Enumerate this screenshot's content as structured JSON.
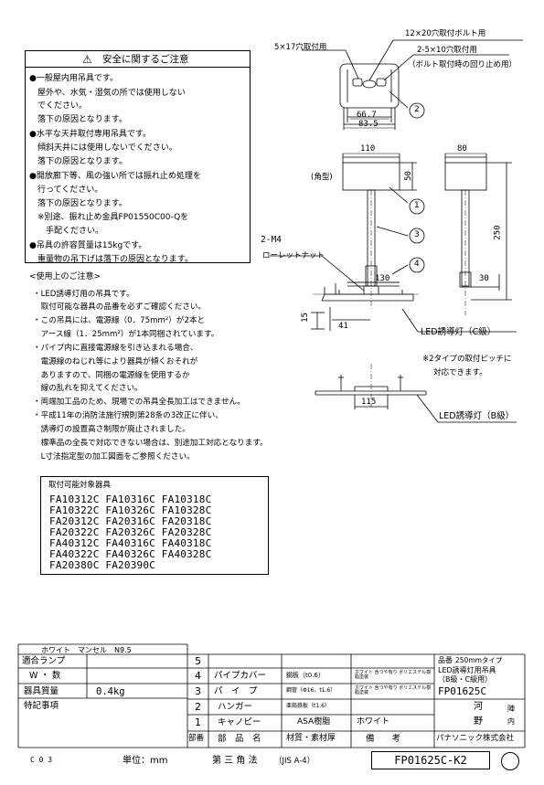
{
  "safety": {
    "title": "安全に関するご注意",
    "lines": [
      "●一般屋内用吊具です。",
      "　屋外や、水気・湿気の所では使用しない",
      "　でください。",
      "　落下の原因となります。",
      "●水平な天井取付専用吊具です。",
      "　傾斜天井には使用しないでください。",
      "　落下の原因となります。",
      "●開放廊下等、風の強い所では振れ止め処理を",
      "　行ってください。",
      "　落下の原因となります。",
      "　※別途、振れ止め金具FP01550C00-Qを",
      "　　手配ください。",
      "●吊具の許容質量は15kgです。",
      "　重量物の吊下げは落下の原因となります。"
    ]
  },
  "usage": {
    "title": "<使用上のご注意>",
    "lines": [
      "・LED誘導灯用の吊具です。",
      "　取付可能な器具の品番を必ずご確認ください。",
      "・この吊具には、電源線（0．75mm²）が2本と",
      "　アース線（1．25mm²）が1本同梱されています。",
      "・パイプ内に直接電源線を引き込まれる場合、",
      "　電源線のねじれ等により器具が傾くおそれが",
      "　ありますので、同梱の電源線を使用するか",
      "　線の乱れを抑えてください。",
      "・両端加工品のため、現場での吊具全長加工はできません。",
      "・平成11年の消防法施行規則第28条の3改正に伴い、",
      "　誘導灯の設置高さ制限が廃止されました。",
      "　標準品の全長で対応できない場合は、別途加工対応となります。",
      "　L寸法指定型の加工図面をご参照ください。"
    ]
  },
  "models": {
    "title": "取付可能対象器具",
    "rows": [
      "FA10312C FA10316C FA10318C",
      "FA10322C FA10326C FA10328C",
      "FA20312C FA20316C FA20318C",
      "FA20322C FA20326C FA20328C",
      "FA40312C FA40316C FA40318C",
      "FA40322C FA40326C FA40328C",
      "FA20380C FA20390C"
    ]
  },
  "drawing": {
    "top_labels": {
      "hole_5x17": "5×17穴取付用",
      "bolt_12x20": "12×20穴取付ボルト用",
      "hole_2_5x10": "2-5×10穴取付用",
      "bolt_note": "（ボルト取付時の回り止め用）"
    },
    "dims": {
      "d66_7": "66.7",
      "d83_5": "83.5",
      "d110": "110",
      "d80": "80",
      "d50": "50",
      "d250": "250",
      "d130": "130",
      "d30": "30",
      "d15": "15",
      "d41": "41",
      "d115": "115"
    },
    "labels": {
      "kakugata": "(角型)",
      "m4": "2-M4",
      "rolet": "ローレットナット",
      "led_c": "LED誘導灯（C級）",
      "pitch_note_1": "※2タイプの取付ピッチに",
      "pitch_note_2": "対応できます。",
      "led_b": "LED誘導灯（B級）"
    },
    "callouts": [
      "1",
      "2",
      "3",
      "4"
    ]
  },
  "title_block": {
    "finish": "ホワイト　マンセル　N9.5",
    "applicable_lamp_label": "適合ランプ",
    "applicable_lamp_value": "",
    "w_count_label": "W ・ 数",
    "w_count_value": "",
    "weight_label": "器具質量",
    "weight_value": "0.4kg",
    "notes_label": "特記事項",
    "parts_header": {
      "no": "部番",
      "name": "部　品　名",
      "material": "材質・素材厚",
      "remarks": "備　　考"
    },
    "parts": [
      {
        "no": "5",
        "name": "",
        "material": "",
        "remarks": ""
      },
      {
        "no": "4",
        "name": "パイプカバー",
        "material": "鋼板（t0.6）",
        "remarks": "ホワイト 含つや有り ポリエステル樹脂塗装"
      },
      {
        "no": "3",
        "name": "パ　イ　プ",
        "material": "鋼管（Φ16，t1.6）",
        "remarks": "ホワイト 含つや有り ポリエステル樹脂塗装"
      },
      {
        "no": "2",
        "name": "ハンガー",
        "material": "亜鉛鉄板（t1.6）",
        "remarks": ""
      },
      {
        "no": "1",
        "name": "キャノピー",
        "material": "ASA樹脂",
        "remarks": "ホワイト"
      }
    ],
    "product_no_label": "品番",
    "product_type": "250mmタイプ",
    "product_desc_1": "LED誘導灯用吊具",
    "product_desc_2": "（B級・C級用）",
    "product_no": "FP01625C",
    "checker_1": "河",
    "checker_2": "野",
    "checker_3": "陣",
    "checker_4": "内",
    "company": "パナソニック株式会社"
  },
  "footer": {
    "code": "C 0 3",
    "unit": "単位：mm",
    "projection": "第 三 角 法",
    "paper": "（JIS A-4）",
    "drawing_no": "FP01625C-K2"
  }
}
